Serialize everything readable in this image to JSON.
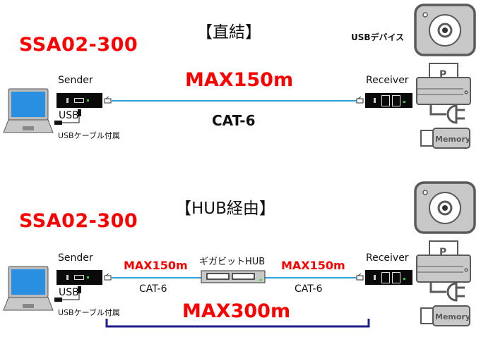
{
  "direct": {
    "title": "【直結】",
    "model": "SSA02-300",
    "sender_label": "Sender",
    "receiver_label": "Receiver",
    "usb_label": "USB",
    "usb_cable_note": "USBケーブル付属",
    "usb_device_label": "USBデバイス",
    "max_distance": "MAX150m",
    "cable_type": "CAT-6",
    "memory_label": "Memory",
    "printer_label": "P"
  },
  "hub": {
    "title": "【HUB経由】",
    "model": "SSA02-300",
    "sender_label": "Sender",
    "receiver_label": "Receiver",
    "usb_label": "USB",
    "usb_cable_note": "USBケーブル付属",
    "hub_label": "ギガビットHUB",
    "segment_left_max": "MAX150m",
    "segment_right_max": "MAX150m",
    "segment_left_cable": "CAT-6",
    "segment_right_cable": "CAT-6",
    "total_max": "MAX300m",
    "memory_label": "Memory",
    "printer_label": "P"
  },
  "colors": {
    "model_red": "#ff0000",
    "cable_blue": "#2f9fd8",
    "bracket_navy": "#1c1c8a",
    "device_gray": "#c8c8c8"
  }
}
